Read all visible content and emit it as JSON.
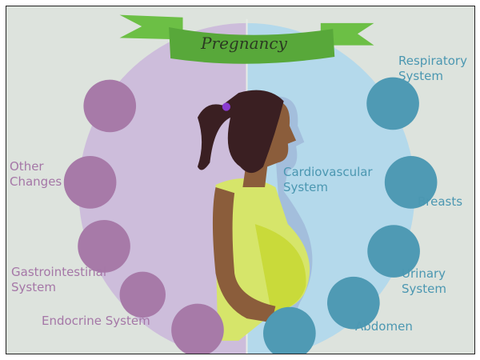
{
  "title": "Pregnancy",
  "left_labels": {
    "other_changes": [
      "Other",
      "Changes"
    ],
    "gastrointestinal": [
      "Gastrointestinal",
      "System"
    ],
    "endocrine": "Endocrine System"
  },
  "right_labels": {
    "respiratory": [
      "Respiratory",
      "System"
    ],
    "cardiovascular": [
      "Cardiovascular",
      "System"
    ],
    "breasts": "Breasts",
    "urinary": [
      "Urinary",
      "System"
    ],
    "abdomen": "Abdomen"
  },
  "colors": {
    "background": "#dde3dd",
    "purple_half": "#cdbddb",
    "blue_half": "#b4d9eb",
    "purple_circle": "#a77aa8",
    "blue_circle": "#4f9ab4",
    "ribbon": "#5aac3c"
  }
}
